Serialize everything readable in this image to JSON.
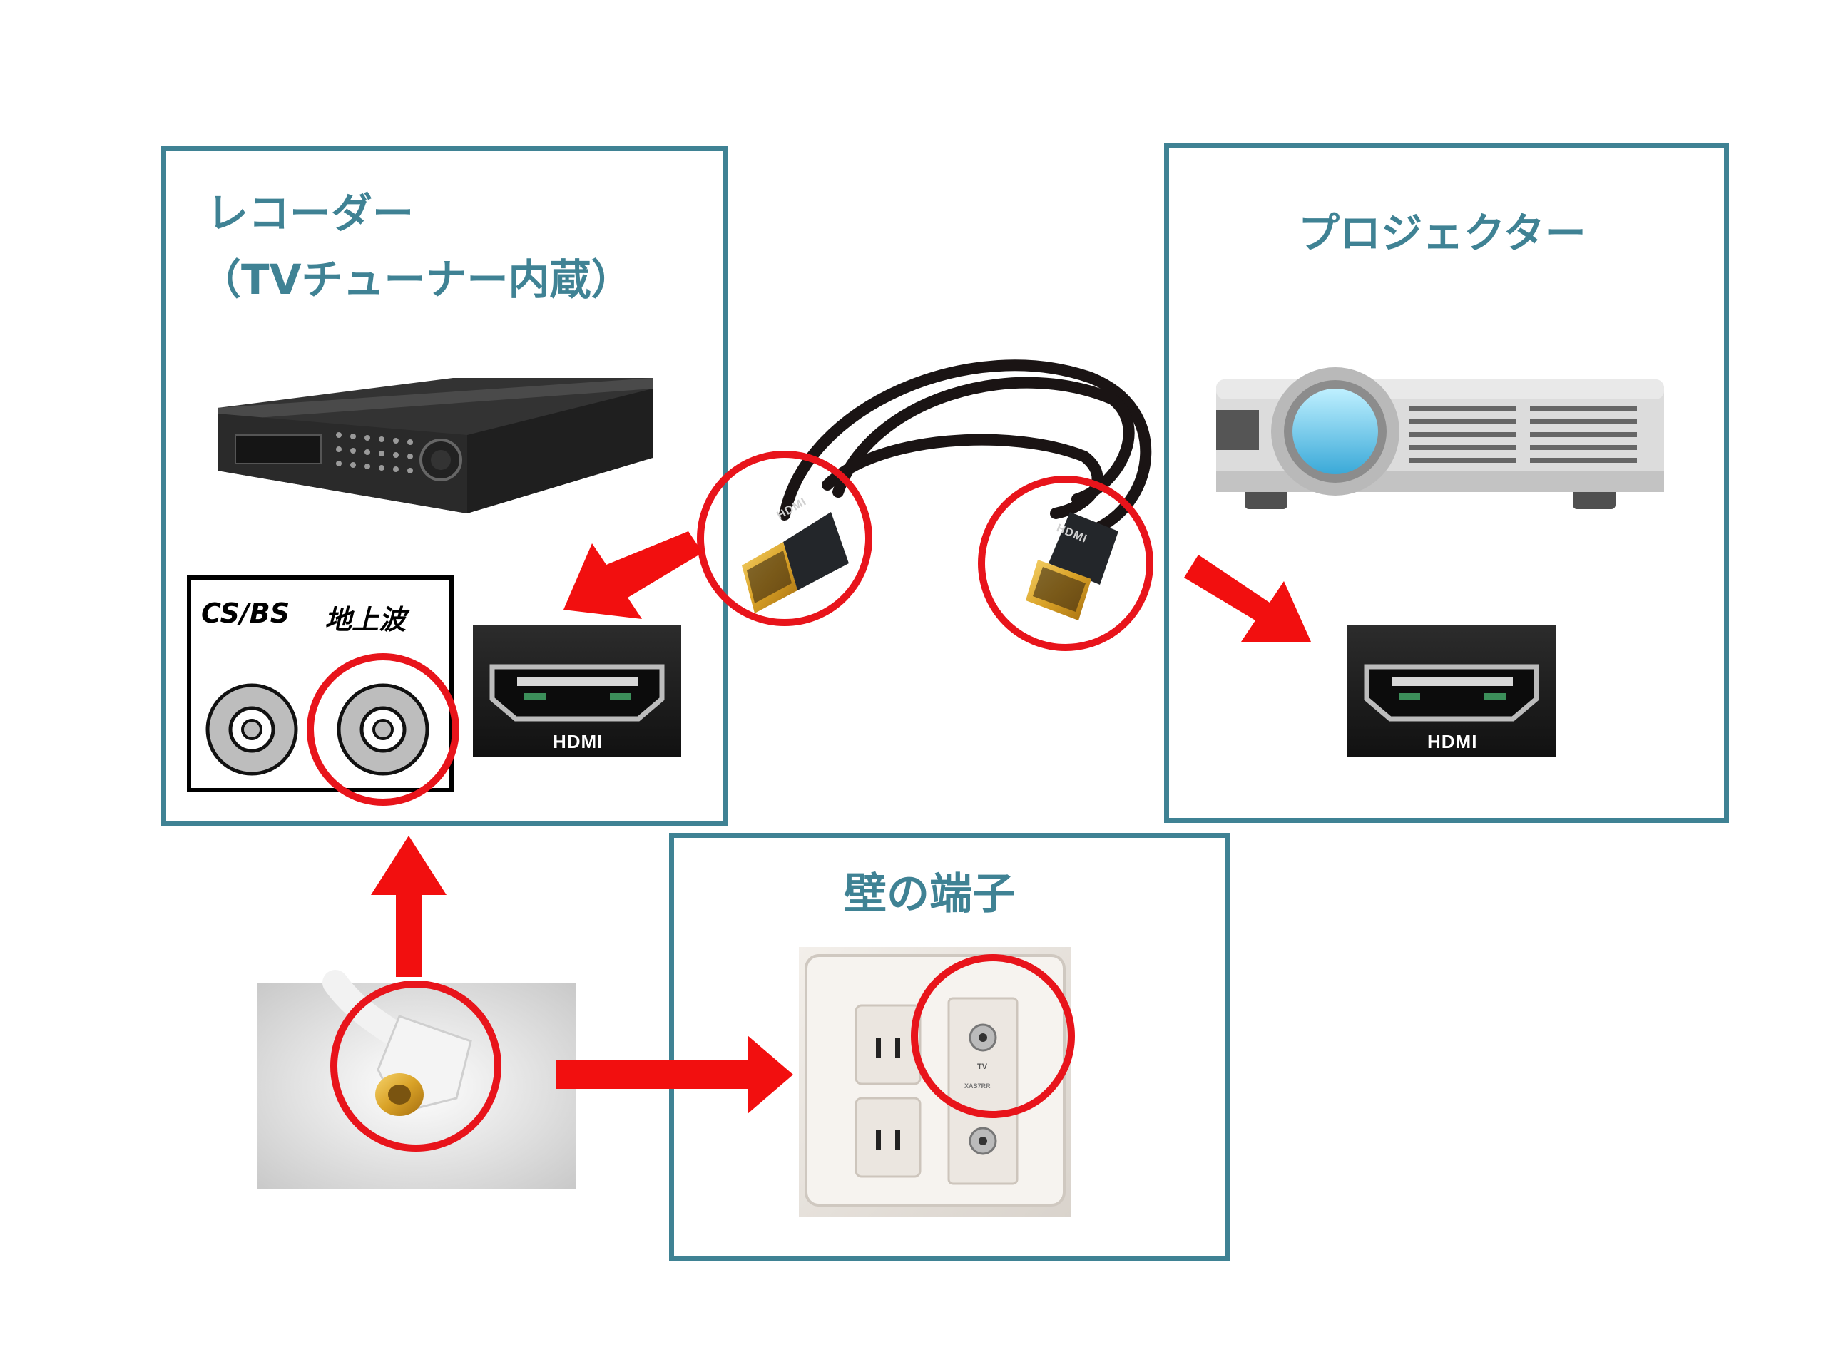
{
  "recorder": {
    "title_line1": "レコーダー",
    "title_line2": "（TVチューナー内蔵）",
    "panel_label_cs_bs": "CS/BS",
    "panel_label_terrestrial": "地上波",
    "port_label": "HDMI"
  },
  "projector": {
    "title": "プロジェクター",
    "port_label": "HDMI"
  },
  "wall": {
    "title": "壁の端子",
    "outlet_tv_label": "TV",
    "outlet_model_label": "XAS7RR"
  },
  "cable": {
    "connector_text": "HDMI"
  },
  "colors": {
    "frame": "#3f8294",
    "highlight": "#e8141b",
    "arrow": "#f20f0f"
  }
}
